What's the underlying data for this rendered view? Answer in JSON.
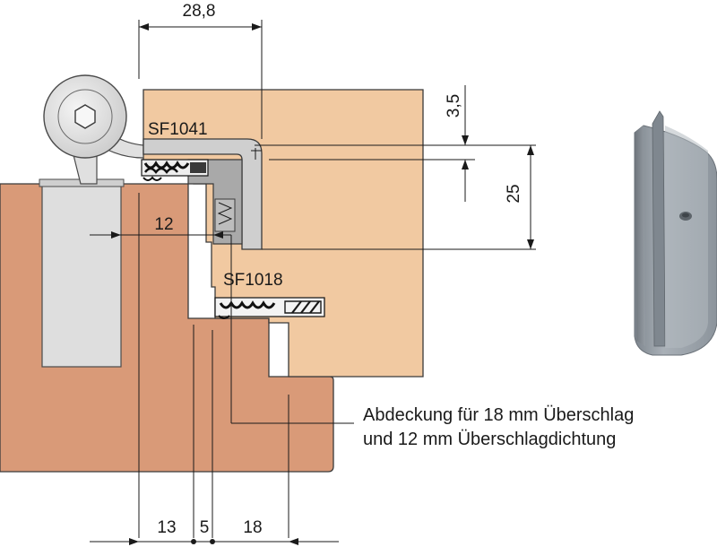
{
  "dimensions": {
    "top_width": "28,8",
    "right_small": "3,5",
    "right_height": "25",
    "inner_width": "12",
    "bottom_a": "13",
    "bottom_b": "5",
    "bottom_c": "18"
  },
  "parts": {
    "part_upper": "SF1041",
    "part_lower": "SF1018"
  },
  "note": {
    "line1": "Abdeckung für 18 mm Überschlag",
    "line2": "und 12 mm Überschlagdichtung"
  },
  "colors": {
    "frame_wood": "#d99a78",
    "sash_wood": "#f1c9a1",
    "hinge_metal": "#e4e4e4",
    "cover_cap": "#9aa3ab"
  }
}
